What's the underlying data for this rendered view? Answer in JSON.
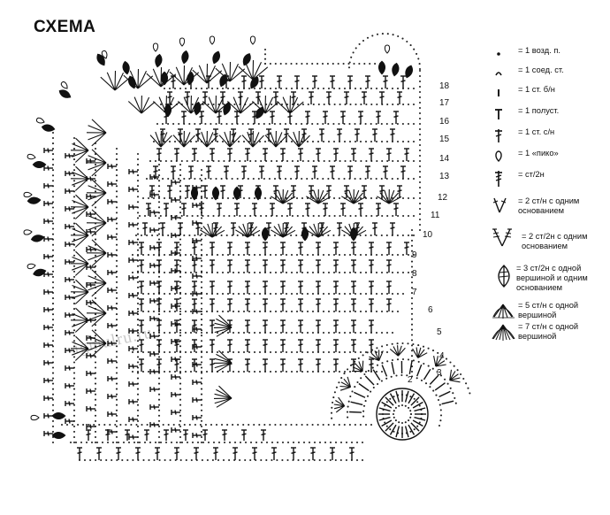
{
  "title": "СХЕМА",
  "watermark": "igmulru.ru",
  "row_numbers": [
    "18",
    "17",
    "16",
    "15",
    "14",
    "13",
    "12",
    "11",
    "10",
    "9",
    "8",
    "7",
    "6",
    "5",
    "4",
    "3",
    "2"
  ],
  "legend": [
    {
      "icon": "chain-dot-icon",
      "text": "= 1 возд. п."
    },
    {
      "icon": "slip-stitch-arc-icon",
      "text": "= 1 соед. ст."
    },
    {
      "icon": "single-crochet-bar-icon",
      "text": "= 1 ст. б/н"
    },
    {
      "icon": "half-double-crochet-icon",
      "text": "= 1 полуст."
    },
    {
      "icon": "double-crochet-icon",
      "text": "= 1 ст. с/н"
    },
    {
      "icon": "picot-icon",
      "text": "= 1 «пико»"
    },
    {
      "icon": "treble-crochet-icon",
      "text": "= ст/2н"
    },
    {
      "icon": "two-dc-joined-base-icon",
      "text": "= 2 ст/н с одним\nоснованием"
    },
    {
      "icon": "two-tr-joined-base-icon",
      "text": "= 2 ст/2н с одним\nоснованием"
    },
    {
      "icon": "three-tr-cluster-icon",
      "text": "= 3 ст/2н с одной\nвершиной и одним\nоснованием"
    },
    {
      "icon": "five-dc-fan-icon",
      "text": "= 5 ст/н с одной\nвершиной"
    },
    {
      "icon": "seven-dc-fan-icon",
      "text": "= 7 ст/н с одной\nвершиной"
    }
  ]
}
